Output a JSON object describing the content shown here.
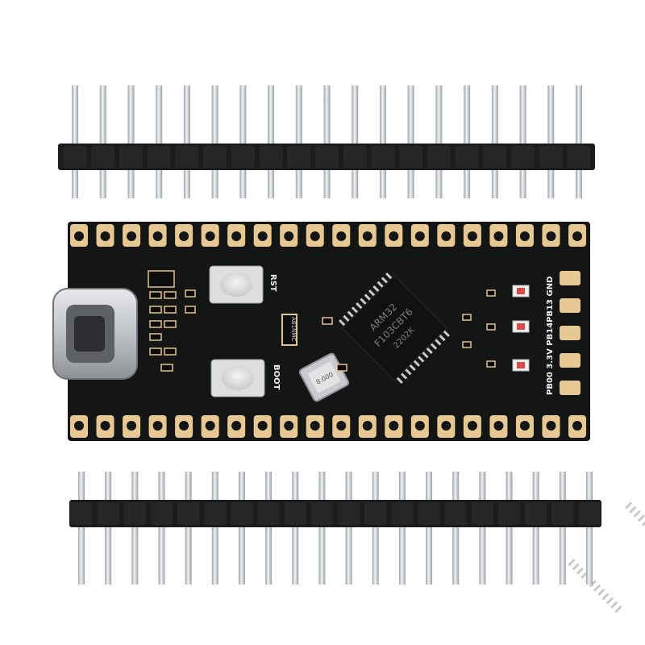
{
  "photo": {
    "background": "#ffffff",
    "board_color": "#141615",
    "pad_color": "#e8c892",
    "header_color": "#1c1c1c",
    "pin_color": "#d6d8dc"
  },
  "board": {
    "mcu_marking": [
      "ARM32",
      "F103CBT6",
      "2202K"
    ],
    "crystal_marking": "8.000",
    "reset_label": "RST",
    "boot_label": "BOOT",
    "chip_marking": "AB1NMC",
    "pin_labels": "PB00 3.3V PB14PB13 GND"
  },
  "headers": {
    "top": {
      "pin_count": 19
    },
    "bottom": {
      "pin_count": 20
    }
  },
  "board_pads": {
    "top_row": 20,
    "bottom_row": 20
  }
}
